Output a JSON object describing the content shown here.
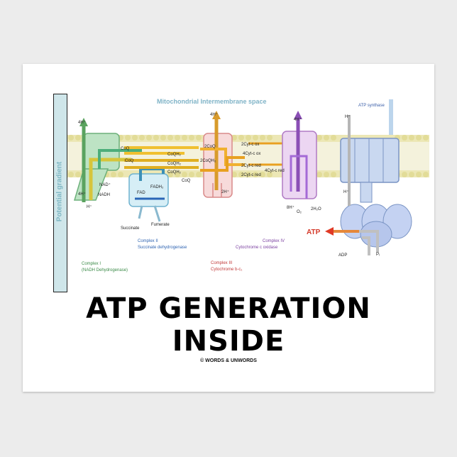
{
  "poster": {
    "title_line1": "ATP GENERATION",
    "title_line2": "INSIDE",
    "copyright": "© WORDS & UNWORDS"
  },
  "diagram": {
    "intermembrane_label": "Mitochondrial Intermembrane space",
    "gradient_label": "Potential gradient",
    "atp_synthase_label": "ATP synthase",
    "complex1": {
      "name": "Complex I",
      "subtitle": "(NADH Dehydrogenase)"
    },
    "complex2": {
      "name": "Complex II",
      "subtitle": "Succinate dehydrogenase"
    },
    "complex3": {
      "name": "Complex III",
      "subtitle": "Cytochrome b-c₁"
    },
    "complex4": {
      "name": "Complex IV",
      "subtitle": "Cytochrome c oxidase"
    },
    "labels": {
      "h4_c1": "4H⁺",
      "h4_c1_bottom": "4H⁺",
      "h_c1": "H⁺",
      "nad": "NAD⁺",
      "nadh": "NADH",
      "coq1": "CoQ",
      "coq2": "CoQ",
      "coqh2_1": "CoQH₂",
      "coqh2_2": "CoQH₂",
      "coqh2_3": "CoQH₂",
      "coq3": "CoQ",
      "coq_2coq": "2CoQ",
      "coq_2coqh2": "2CoQH₂",
      "cyt1": "2Cyt-c ox",
      "cyt2": "4Cyt-c ox",
      "cyt3": "2Cyt-c red",
      "cyt4": "4Cyt-c red",
      "cyt5": "2Cyt-c red",
      "fad": "FAD",
      "fadh2": "FADH₂",
      "succinate": "Succinate",
      "fumerate": "Fumerate",
      "h4_c3": "4H⁺",
      "h2_c3": "2H⁺",
      "h4_c4": "4H⁺",
      "h8_c4": "8H⁺",
      "o2": "O₂",
      "h2o": "2H₂O",
      "h_syn_top": "H⁺",
      "h_syn_bottom": "H⁺",
      "atp": "ATP",
      "adp": "ADP",
      "pi": "Pᵢ"
    }
  }
}
